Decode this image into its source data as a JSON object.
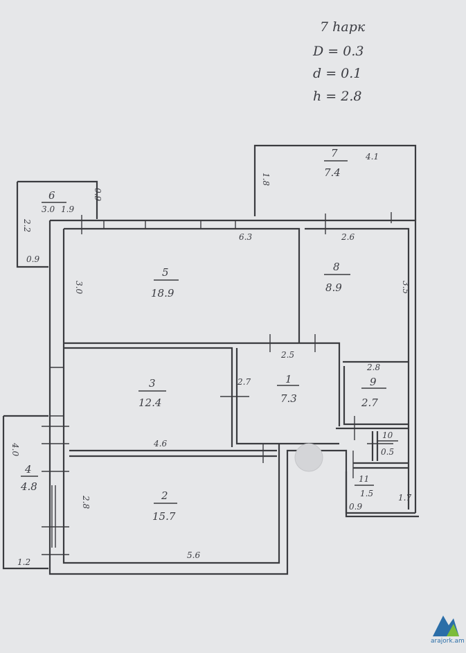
{
  "notes": {
    "floors": "7 hарк",
    "D": "D = 0.3",
    "d": "d = 0.1",
    "h": "h = 2.8"
  },
  "rooms": [
    {
      "id": "1",
      "area": "7.3"
    },
    {
      "id": "2",
      "area": "15.7"
    },
    {
      "id": "3",
      "area": "12.4"
    },
    {
      "id": "4",
      "area": "4.8"
    },
    {
      "id": "5",
      "area": "18.9"
    },
    {
      "id": "6",
      "area": "3.0",
      "extra": "1.9"
    },
    {
      "id": "7",
      "area": "7.4"
    },
    {
      "id": "8",
      "area": "8.9"
    },
    {
      "id": "9",
      "area": "2.7"
    },
    {
      "id": "10",
      "area": "0.5"
    },
    {
      "id": "11",
      "area": "1.5"
    }
  ],
  "dimensions": {
    "r7_width": "4.1",
    "r7_depth": "1.8",
    "r6_top": "0.9",
    "r6_side": "2.2",
    "r6_bottom": "0.9",
    "r5_width": "6.3",
    "r5_depth": "3.0",
    "r8_width": "2.6",
    "r8_depth": "3.5",
    "r1_width": "2.5",
    "r3_1_wall": "2.7",
    "r9_width": "2.8",
    "r3_width": "4.6",
    "r2_depth": "2.8",
    "r2_width": "5.6",
    "r4_depth": "4.0",
    "r4_width": "1.2",
    "r11_a": "0.9",
    "r11_b": "1.7"
  },
  "logo": "arajork.am"
}
